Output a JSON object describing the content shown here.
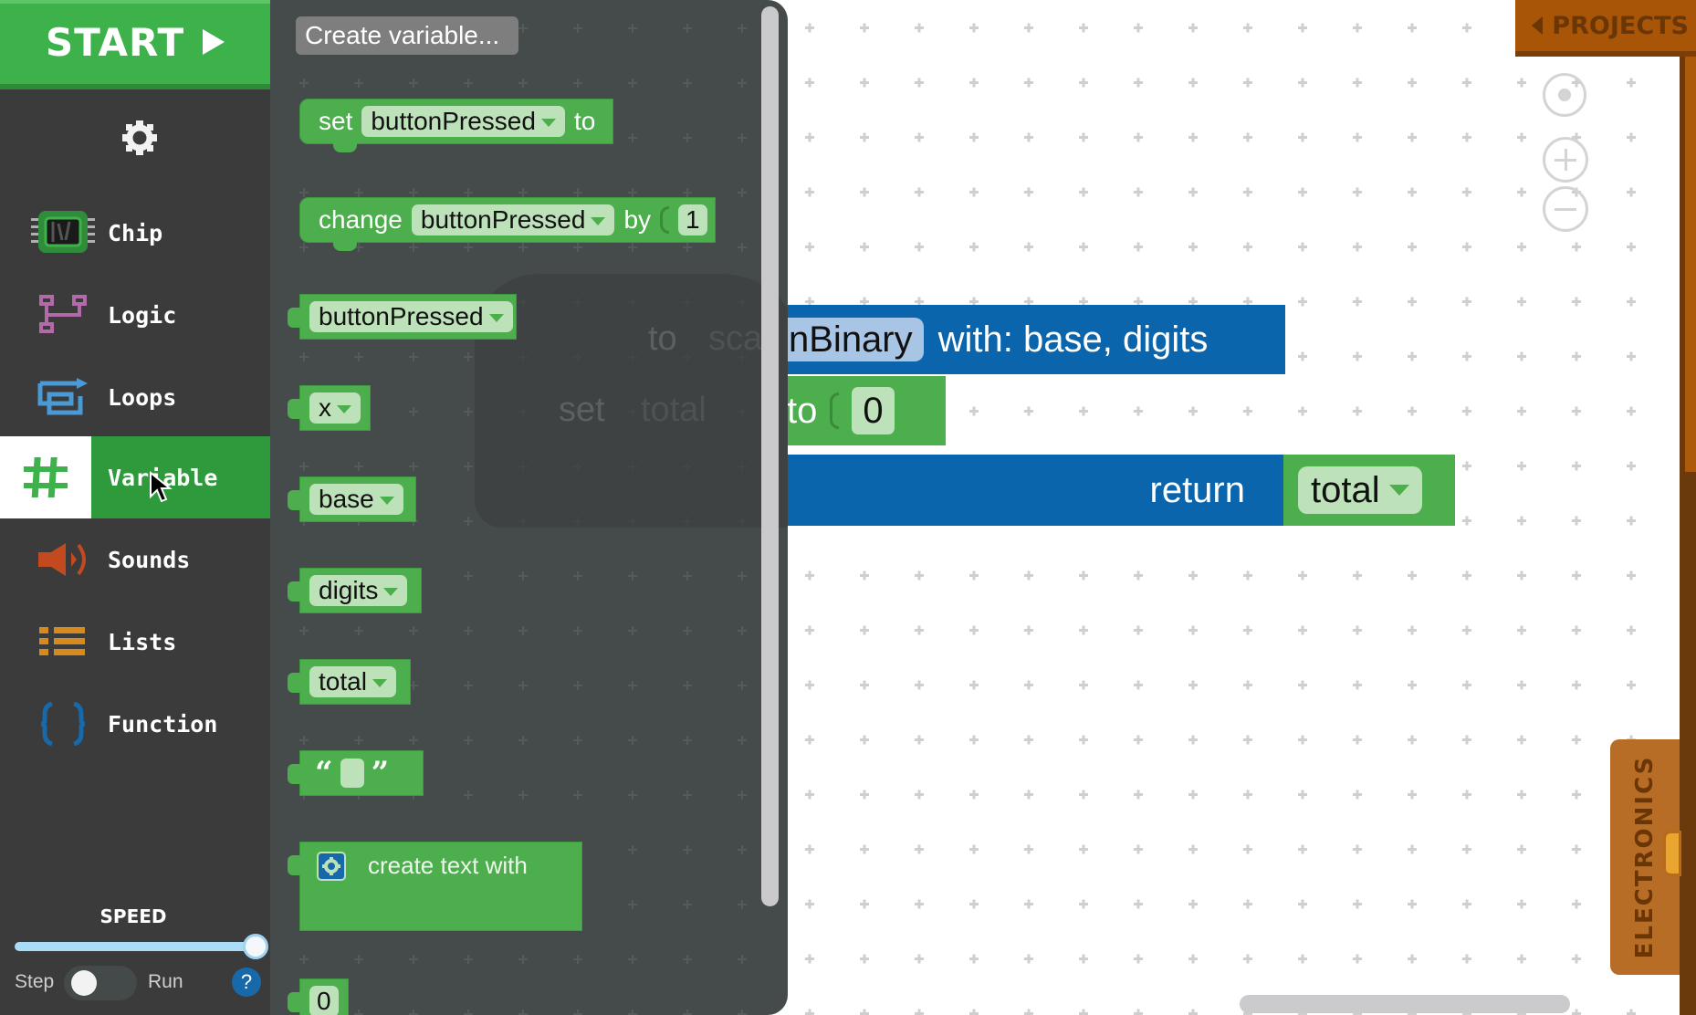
{
  "sidebar": {
    "start_label": "START",
    "settings_icon": "gear-icon",
    "categories": [
      {
        "label": "Chip",
        "icon": "chip-icon",
        "color": "#3db24a"
      },
      {
        "label": "Logic",
        "icon": "logic-branch-icon",
        "color": "#b26aa8"
      },
      {
        "label": "Loops",
        "icon": "loop-arrow-icon",
        "color": "#4a9ad6"
      },
      {
        "label": "Variable",
        "icon": "hash-icon",
        "color": "#3db24a",
        "active": true
      },
      {
        "label": "Sounds",
        "icon": "speaker-icon",
        "color": "#c24a1e"
      },
      {
        "label": "Lists",
        "icon": "list-icon",
        "color": "#d68a1e"
      },
      {
        "label": "Function",
        "icon": "braces-icon",
        "color": "#1769aa"
      }
    ],
    "speed": {
      "label": "SPEED",
      "value_percent": 100,
      "step_label": "Step",
      "run_label": "Run",
      "help_label": "?"
    }
  },
  "flyout": {
    "create_variable_label": "Create variable...",
    "blocks": {
      "set": {
        "keyword": "set",
        "variable": "buttonPressed",
        "to": "to"
      },
      "change": {
        "keyword": "change",
        "variable": "buttonPressed",
        "by": "by",
        "amount": "1"
      },
      "getters": [
        "buttonPressed",
        "x",
        "base",
        "digits",
        "total"
      ],
      "text": {
        "open_quote": "“",
        "close_quote": "”"
      },
      "create_text": {
        "label": "create text with"
      },
      "number": "0"
    },
    "ghost": {
      "to": "to",
      "name": "sca",
      "set": "set",
      "var": "total"
    }
  },
  "workspace": {
    "function_block": {
      "name_partial": "nBinary",
      "params": "with: base, digits",
      "color": "#0a65ad"
    },
    "set_block": {
      "to_partial": "to",
      "value": "0"
    },
    "return_block": {
      "label": "return",
      "variable": "total"
    },
    "controls": [
      "recenter-icon",
      "zoom-in-icon",
      "zoom-out-icon"
    ]
  },
  "tabs": {
    "projects": "PROJECTS",
    "electronics": "ELECTRONICS"
  },
  "colors": {
    "block_green": "#4cae4c",
    "function_blue": "#0a65ad",
    "sidebar_bg": "#3b3b3b",
    "flyout_bg": "#454a4b",
    "brown_accent": "#a85508"
  }
}
